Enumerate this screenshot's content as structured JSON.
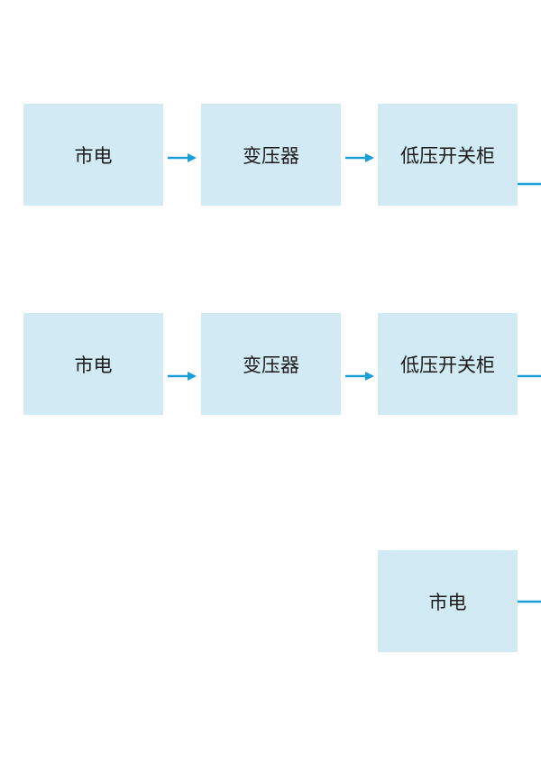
{
  "colors": {
    "box_fill": "#d2eaf4",
    "connector": "#1a9fd8",
    "text": "#1a1a1a"
  },
  "rows": [
    {
      "nodes": [
        "市电",
        "变压器",
        "低压开关柜"
      ]
    },
    {
      "nodes": [
        "市电",
        "变压器",
        "低压开关柜"
      ]
    },
    {
      "nodes": [
        "市电"
      ]
    }
  ]
}
